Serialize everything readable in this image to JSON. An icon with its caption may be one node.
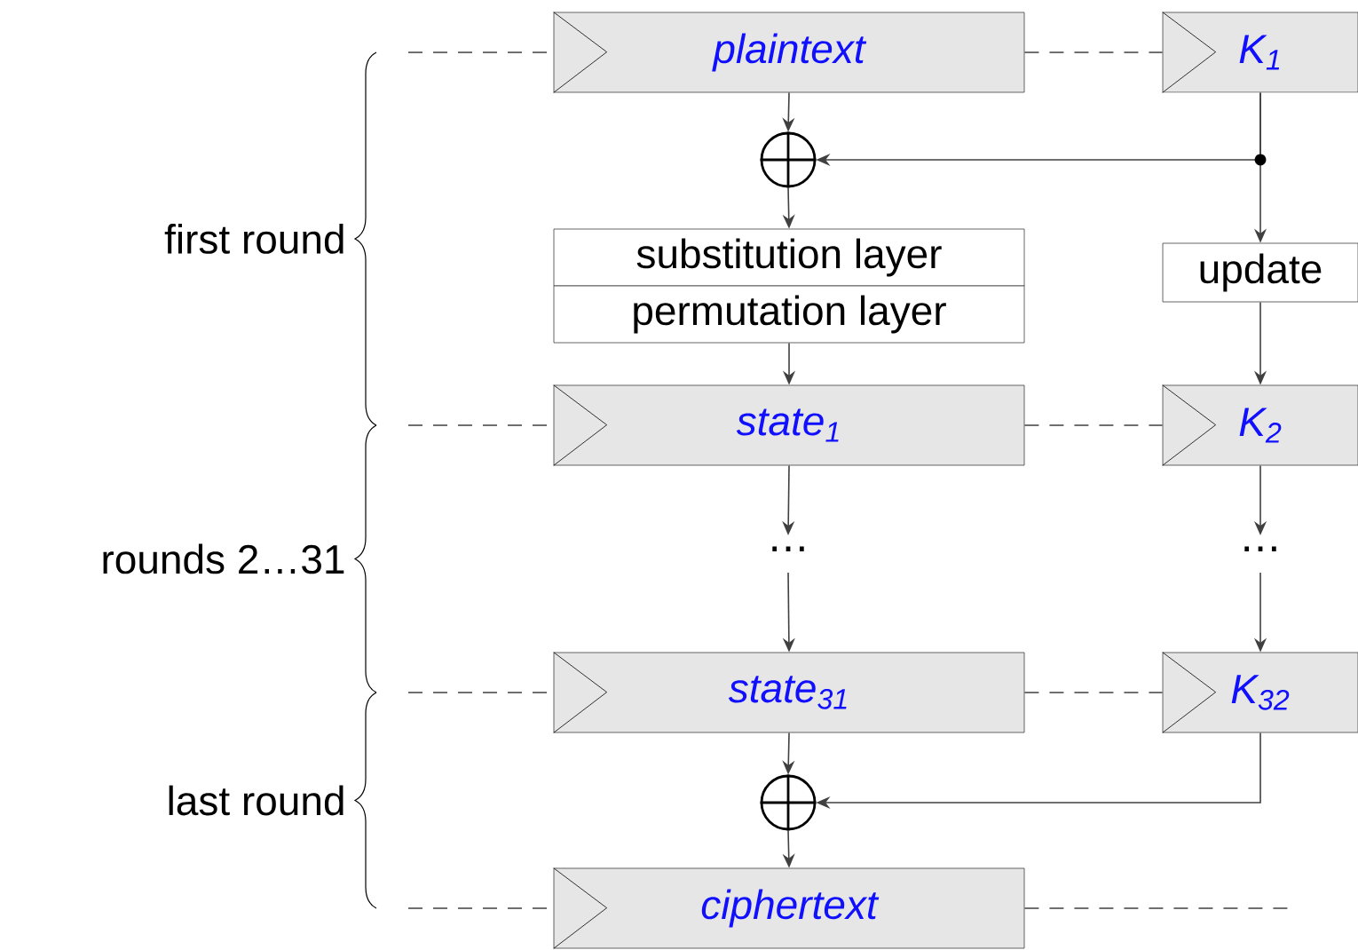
{
  "diagram": {
    "nodes": [
      {
        "text": [
          "plaintext"
        ]
      },
      {
        "text": [
          "K$_{1}$"
        ]
      },
      {
        "text": [],
        "shape": "circle"
      },
      {
        "text": [
          "substitution layer"
        ]
      },
      {
        "text": [
          "permutation layer"
        ]
      },
      {
        "text": [
          "update"
        ]
      },
      {
        "text": [
          "state$_{1}$"
        ]
      },
      {
        "text": [
          "K$_{2}$"
        ]
      },
      {
        "text": [
          "⋯"
        ]
      },
      {
        "text": [
          "⋯"
        ]
      },
      {
        "text": [
          "state$_{31}$"
        ]
      },
      {
        "text": [
          "K$_{32}$"
        ]
      },
      {
        "text": [],
        "shape": "circle"
      },
      {
        "text": [
          "ciphertext"
        ]
      }
    ],
    "edges": [
      {
        "from": null,
        "to": 0,
        "arrow": "none",
        "style": "dashed"
      },
      {
        "from": 0,
        "to": 1,
        "arrow": "none",
        "style": "dashed"
      },
      {
        "from": 0,
        "to": 2,
        "arrow": "to"
      },
      {
        "from": 1,
        "to": 2,
        "arrow": "to"
      },
      {
        "from": 1,
        "to": 5,
        "arrow": "to"
      },
      {
        "from": 2,
        "to": 3,
        "arrow": "to"
      },
      {
        "from": 4,
        "to": 6,
        "arrow": "to"
      },
      {
        "from": 5,
        "to": 7,
        "arrow": "to"
      },
      {
        "from": null,
        "to": 6,
        "arrow": "none",
        "style": "dashed"
      },
      {
        "from": 6,
        "to": 7,
        "arrow": "none",
        "style": "dashed"
      },
      {
        "from": 6,
        "to": 8,
        "arrow": "to"
      },
      {
        "from": 7,
        "to": 9,
        "arrow": "to"
      },
      {
        "from": 8,
        "to": 10,
        "arrow": "to"
      },
      {
        "from": 9,
        "to": 11,
        "arrow": "to"
      },
      {
        "from": null,
        "to": 10,
        "arrow": "none",
        "style": "dashed"
      },
      {
        "from": 10,
        "to": 11,
        "arrow": "none",
        "style": "dashed"
      },
      {
        "from": 10,
        "to": 12,
        "arrow": "to"
      },
      {
        "from": 11,
        "to": 12,
        "arrow": "to"
      },
      {
        "from": 12,
        "to": 13,
        "arrow": "to"
      },
      {
        "from": null,
        "to": 13,
        "arrow": "none",
        "style": "dashed"
      },
      {
        "from": 13,
        "to": null,
        "arrow": "none",
        "style": "dashed"
      }
    ],
    "labels": [
      "first round",
      "rounds 2…31",
      "last round"
    ]
  }
}
